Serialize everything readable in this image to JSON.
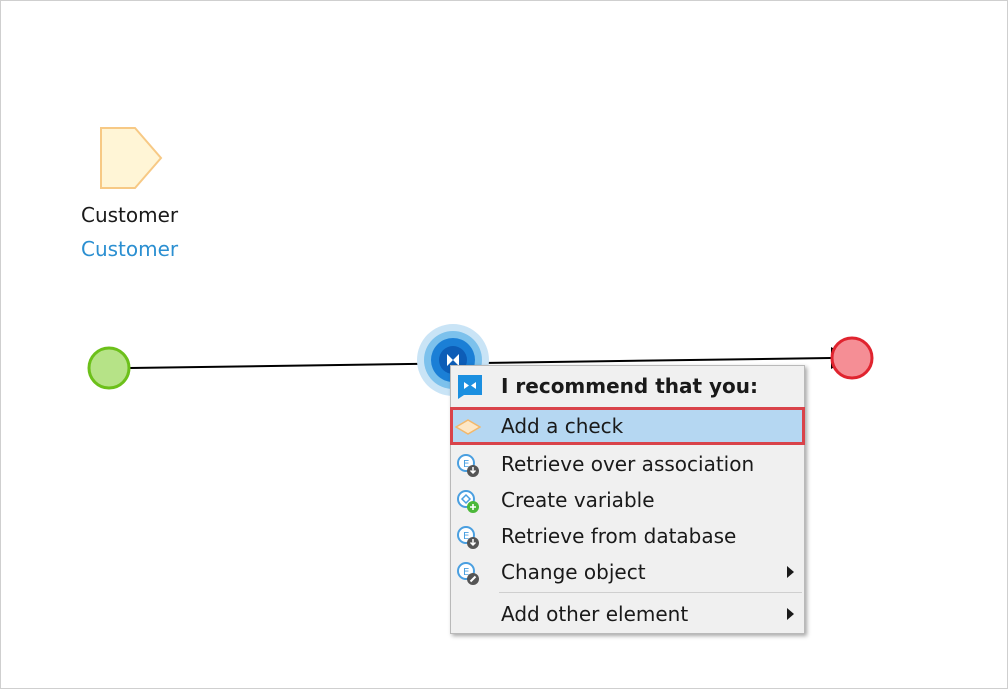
{
  "canvas": {
    "parameter": {
      "name": "Customer",
      "type": "Customer"
    }
  },
  "menu": {
    "header": "I recommend that you:",
    "items": [
      {
        "label": "Add a check",
        "icon": "decision-diamond-icon",
        "selected": true,
        "submenu": false
      },
      {
        "label": "Retrieve over association",
        "icon": "retrieve-association-icon",
        "selected": false,
        "submenu": false
      },
      {
        "label": "Create variable",
        "icon": "create-variable-icon",
        "selected": false,
        "submenu": false
      },
      {
        "label": "Retrieve from database",
        "icon": "retrieve-database-icon",
        "selected": false,
        "submenu": false
      },
      {
        "label": "Change object",
        "icon": "change-object-icon",
        "selected": false,
        "submenu": true
      }
    ],
    "other": {
      "label": "Add other element",
      "submenu": true
    }
  },
  "colors": {
    "start_event": "#b6e387",
    "end_event": "#f58e95",
    "selection": "#b5d7f2",
    "highlight_border": "#d9434a",
    "link_text": "#2b8fd1"
  }
}
